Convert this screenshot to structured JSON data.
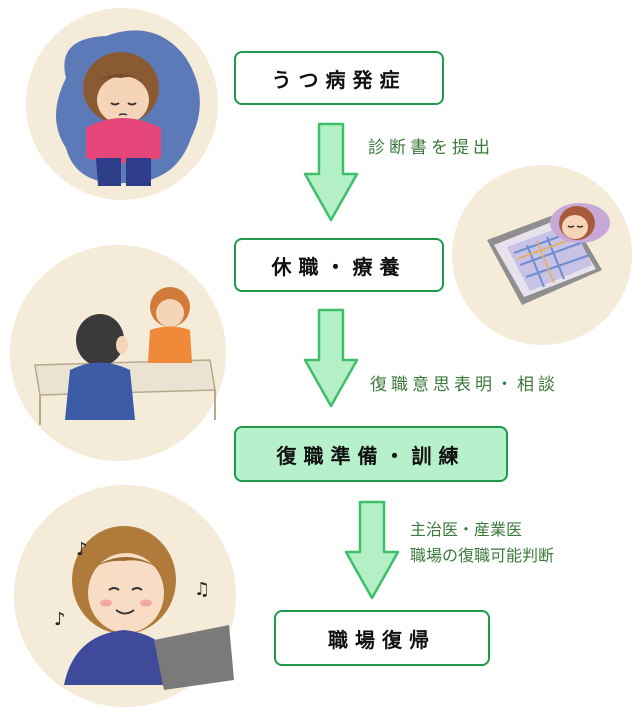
{
  "steps": [
    {
      "label": "うつ病発症"
    },
    {
      "label": "休職・療養"
    },
    {
      "label": "復職準備・訓練"
    },
    {
      "label": "職場復帰"
    }
  ],
  "transitions": [
    {
      "lines": [
        "診断書を提出"
      ]
    },
    {
      "lines": [
        "復職意思表明・相談"
      ]
    },
    {
      "lines": [
        "主治医・産業医",
        "職場の復職可能判断"
      ]
    }
  ],
  "colors": {
    "box_border": "#1e9a4c",
    "highlight_fill": "#b6f1cc",
    "arrow_fill": "#b3f0c5",
    "arrow_stroke": "#3fbf6a",
    "note_text": "#3c7a3c",
    "illustration_bg": "#f4ecd9"
  }
}
